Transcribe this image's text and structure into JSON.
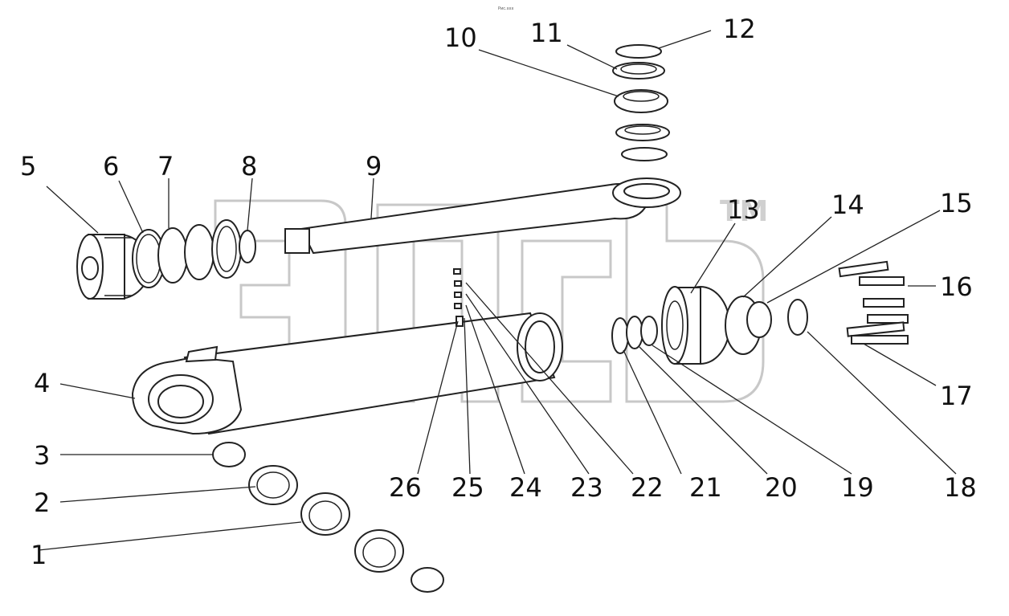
{
  "header": {
    "top_caption": "Рис.ххх"
  },
  "watermark": {
    "logo_text": "ЭПС",
    "trademark": "TM"
  },
  "callouts": [
    {
      "id": "c1",
      "text": "1"
    },
    {
      "id": "c2",
      "text": "2"
    },
    {
      "id": "c3",
      "text": "3"
    },
    {
      "id": "c4",
      "text": "4"
    },
    {
      "id": "c5",
      "text": "5"
    },
    {
      "id": "c6",
      "text": "6"
    },
    {
      "id": "c7",
      "text": "7"
    },
    {
      "id": "c8",
      "text": "8"
    },
    {
      "id": "c9",
      "text": "9"
    },
    {
      "id": "c10",
      "text": "10"
    },
    {
      "id": "c11",
      "text": "11"
    },
    {
      "id": "c12",
      "text": "12"
    },
    {
      "id": "c13",
      "text": "13"
    },
    {
      "id": "c14",
      "text": "14"
    },
    {
      "id": "c15",
      "text": "15"
    },
    {
      "id": "c16",
      "text": "16"
    },
    {
      "id": "c17",
      "text": "17"
    },
    {
      "id": "c18",
      "text": "18"
    },
    {
      "id": "c19",
      "text": "19"
    },
    {
      "id": "c20",
      "text": "20"
    },
    {
      "id": "c21",
      "text": "21"
    },
    {
      "id": "c22",
      "text": "22"
    },
    {
      "id": "c23",
      "text": "23"
    },
    {
      "id": "c24",
      "text": "24"
    },
    {
      "id": "c25",
      "text": "25"
    },
    {
      "id": "c26",
      "text": "26"
    }
  ]
}
